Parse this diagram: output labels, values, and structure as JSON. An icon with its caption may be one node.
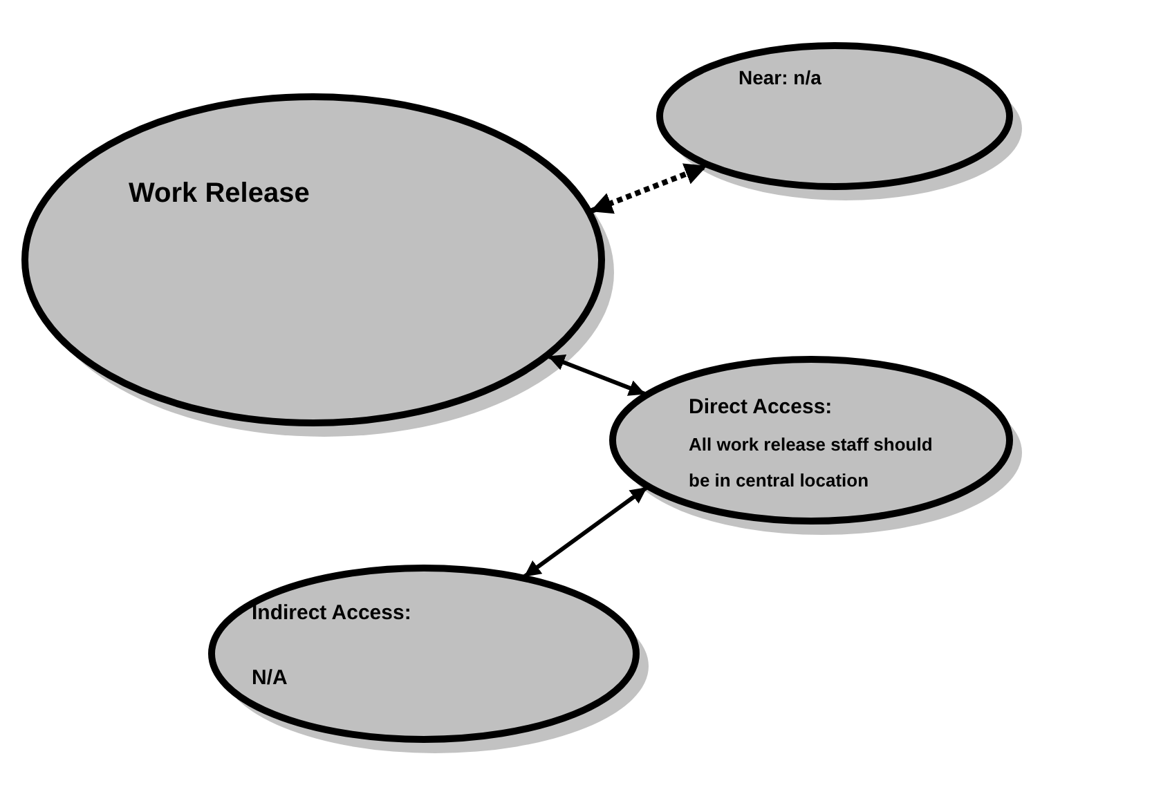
{
  "diagram": {
    "nodes": [
      {
        "text": [
          "Work Release"
        ]
      },
      {
        "text": [
          "**Near:** n/a"
        ]
      },
      {
        "text": [
          "Direct Access:",
          "All work release staff should be in central location"
        ]
      },
      {
        "text": [
          "Indirect Access:",
          "N/A"
        ]
      }
    ],
    "edges": [
      {
        "from": 0,
        "to": 1,
        "arrow": "both",
        "style": "dashed"
      },
      {
        "from": 0,
        "to": 2,
        "arrow": "both"
      },
      {
        "from": 2,
        "to": 3,
        "arrow": "both"
      }
    ]
  }
}
